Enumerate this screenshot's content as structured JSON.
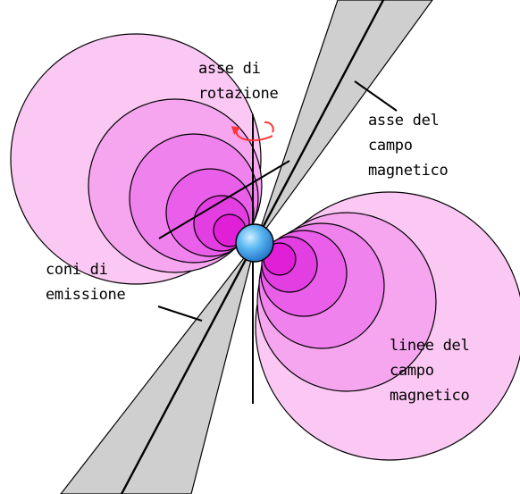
{
  "colors": {
    "background": "#ffffff",
    "lobe_outer": "#fbc8f4",
    "lobe_2": "#f5a6ef",
    "lobe_3": "#ef82ec",
    "lobe_4": "#e95fe9",
    "lobe_5": "#e23ee1",
    "lobe_core": "#e01fd6",
    "cone_fill": "#cfcfcf",
    "neutron_star": "#3da0ec",
    "rotation_arrow": "#ff3333",
    "lines": "#000000"
  },
  "labels": {
    "rotation_axis": [
      "asse di",
      "rotazione"
    ],
    "magnetic_axis": [
      "asse del",
      "campo",
      "magnetico"
    ],
    "emission_cones": [
      "coni di",
      "emissione"
    ],
    "field_lines": [
      "linee del",
      "campo",
      "magnetico"
    ]
  },
  "icons": {
    "star": "neutron-star-sphere",
    "rotation": "curved-rotation-arrow"
  }
}
